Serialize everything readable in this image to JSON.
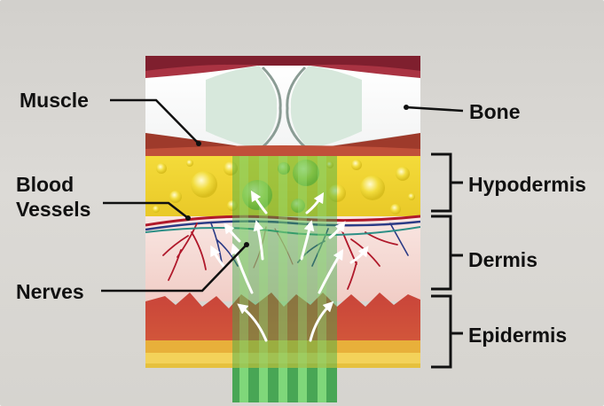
{
  "labels": {
    "muscle": "Muscle",
    "blood_line1": "Blood",
    "blood_line2": "Vessels",
    "nerves": "Nerves",
    "bone": "Bone",
    "hypodermis": "Hypodermis",
    "dermis": "Dermis",
    "epidermis": "Epidermis"
  },
  "colors": {
    "muscle": "#8a2330",
    "bone": "#ffffff",
    "hypodermis": "#f1d533",
    "dermis": "#f5dcd6",
    "epidermis": "#c43a33",
    "light_beam": "#2fa844",
    "artery": "#b0192b",
    "vein": "#2b3b86"
  }
}
